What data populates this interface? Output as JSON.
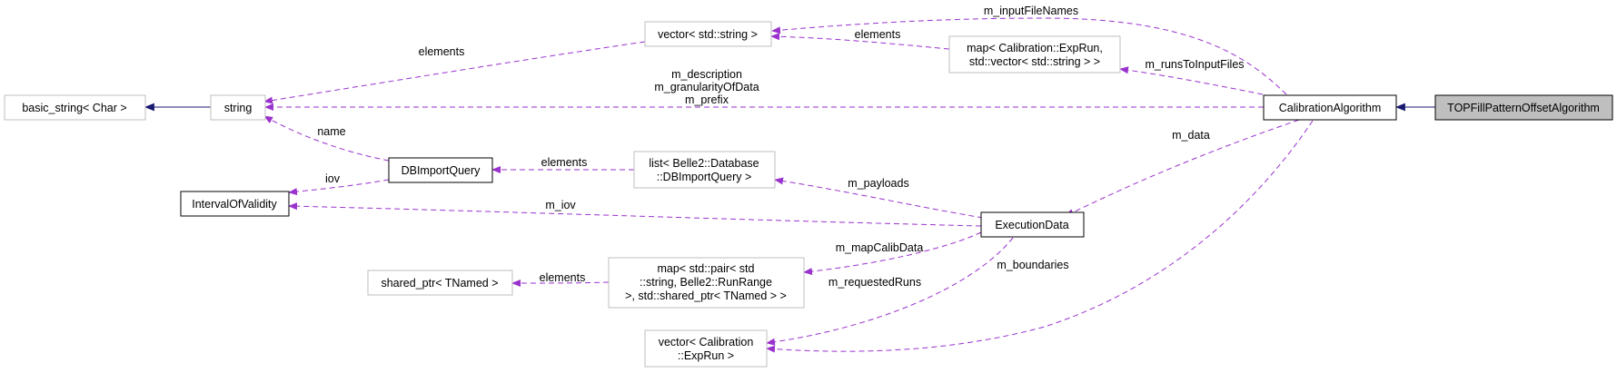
{
  "diagram": {
    "nodes": {
      "top_fill": "TOPFillPatternOffsetAlgorithm",
      "calibration_algorithm": "CalibrationAlgorithm",
      "string": "string",
      "basic_string": "basic_string< Char >",
      "vector_string": "vector< std::string >",
      "map_exprun": [
        "map< Calibration::ExpRun,",
        "std::vector< std::string > >"
      ],
      "db_import_query": "DBImportQuery",
      "interval_of_validity": "IntervalOfValidity",
      "list_db": [
        "list< Belle2::Database",
        "::DBImportQuery >"
      ],
      "execution_data": "ExecutionData",
      "shared_ptr": "shared_ptr< TNamed >",
      "map_pair": [
        "map< std::pair< std",
        "::string, Belle2::RunRange",
        ">, std::shared_ptr< TNamed > >"
      ],
      "vector_exprun": [
        "vector< Calibration",
        "::ExpRun >"
      ]
    },
    "edge_labels": {
      "input_file_names": "m_inputFileNames",
      "vector_elements": "elements",
      "map_elements": "elements",
      "runs_to_input_files": "m_runsToInputFiles",
      "string_members": [
        "m_description",
        "m_granularityOfData",
        "m_prefix"
      ],
      "name": "name",
      "iov": "iov",
      "list_elements": "elements",
      "m_data": "m_data",
      "m_payloads": "m_payloads",
      "m_iov": "m_iov",
      "m_mapCalibData": "m_mapCalibData",
      "shared_elements": "elements",
      "m_boundaries": "m_boundaries",
      "m_requestedRuns": "m_requestedRuns"
    },
    "colors": {
      "inheritance_edge": "#191970",
      "member_edge": "#9a32cd",
      "focus_fill": "#bfbfbf"
    }
  }
}
